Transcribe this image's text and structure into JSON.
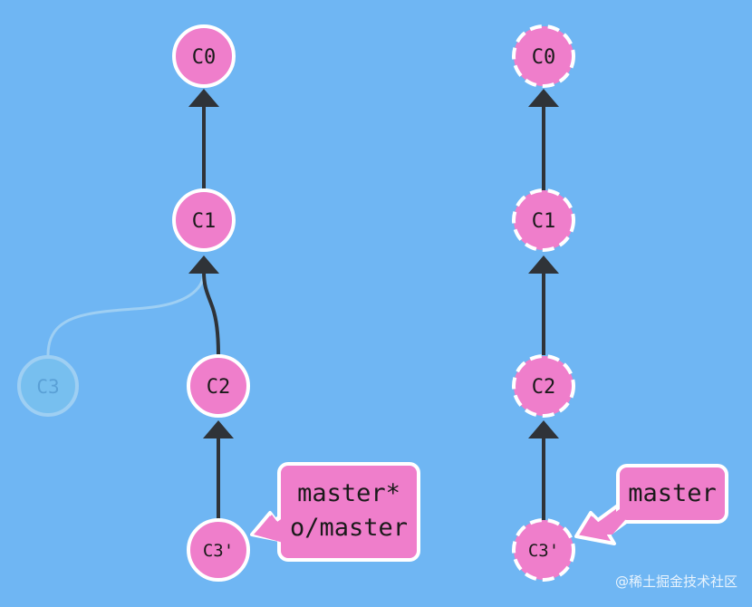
{
  "colors": {
    "background": "#6fb6f3",
    "commit_fill": "#ef7ecb",
    "commit_stroke": "#ffffff",
    "edge": "#2f3338",
    "ghost_fill": "#77bfef",
    "ghost_stroke": "#9ecff3",
    "ghost_text": "#5aa0d6",
    "label_fill": "#ef7ecb",
    "label_stroke": "#ffffff",
    "text": "#1a1a1a"
  },
  "local_repo": {
    "commits": {
      "c0": "C0",
      "c1": "C1",
      "c2": "C2",
      "c3": "C3'",
      "orphan": "C3"
    },
    "branch_label": {
      "line1": "master*",
      "line2": "o/master"
    }
  },
  "remote_repo": {
    "commits": {
      "c0": "C0",
      "c1": "C1",
      "c2": "C2",
      "c3": "C3'"
    },
    "branch_label": {
      "line1": "master"
    }
  },
  "watermark": "@稀土掘金技术社区"
}
